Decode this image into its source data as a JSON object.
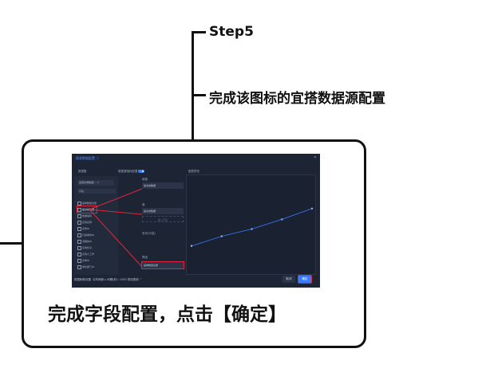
{
  "step": {
    "title": "Step5",
    "description": "完成该图标的宜搭数据源配置"
  },
  "card": {
    "caption": "完成字段配置，点击【确定】"
  },
  "dialog": {
    "title": "图表数据配置 ⓘ",
    "columns": {
      "dataset": "数据集",
      "dimension": "数据源指标配置",
      "preview": "图表预览"
    },
    "dataset_value": "宜搭表单数据(… ▾",
    "search_placeholder": "字段",
    "fields": [
      "提单数量总量",
      "提交的数据",
      "数据编码",
      "应用名称",
      "实例ID",
      "已提单的ID",
      "流程的ID",
      "实例标识",
      "实例人工号",
      "表单ID",
      "单位部门ID"
    ],
    "slots": {
      "x_label": "维度",
      "x_value": "提交的数据",
      "y_label": "值",
      "y_value": "提交的数据",
      "y_hint": "拖入字段",
      "color_label": "系列(可选)",
      "filter_label": "筛选",
      "filter_value": "提单数量总量"
    },
    "footer_label": "数据刷新设置",
    "footer_value": "实时刷新 ▸  间隔(秒): 1000  禁用更新 ⌃",
    "cancel_label": "取消",
    "ok_label": "确定"
  },
  "chart_data": {
    "type": "line",
    "x": [
      1,
      2,
      3,
      4,
      5
    ],
    "series": [
      {
        "values": [
          18,
          26,
          32,
          40,
          49
        ]
      }
    ],
    "ylim": [
      0,
      70
    ],
    "grid": false
  },
  "colors": {
    "accent": "#3a7cff",
    "highlight": "#e0263a",
    "dialog_bg": "#1d2535"
  }
}
